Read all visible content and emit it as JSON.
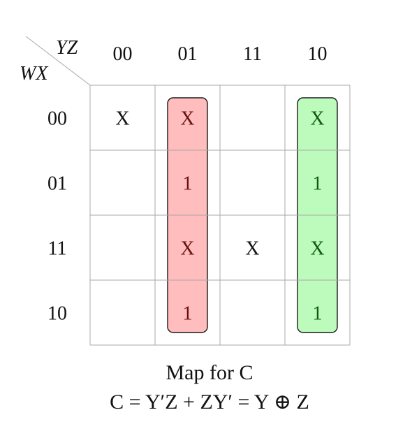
{
  "map": {
    "row_var": "WX",
    "col_var": "YZ",
    "col_labels": [
      "00",
      "01",
      "11",
      "10"
    ],
    "row_labels": [
      "00",
      "01",
      "11",
      "10"
    ],
    "cells": [
      [
        "X",
        "X",
        "",
        "X"
      ],
      [
        "",
        "1",
        "",
        "1"
      ],
      [
        "",
        "X",
        "X",
        "X"
      ],
      [
        "",
        "1",
        "",
        "1"
      ]
    ],
    "groups": [
      {
        "name": "red-group",
        "col": 1,
        "row_start": 0,
        "row_end": 3,
        "fill": "#ffbdbd",
        "stroke": "#1a1a1a",
        "text_color": "#6b1010"
      },
      {
        "name": "green-group",
        "col": 3,
        "row_start": 0,
        "row_end": 3,
        "fill": "#bdfbbd",
        "stroke": "#1a1a1a",
        "text_color": "#0d5a0d"
      }
    ],
    "grid_color": "#a8a8a8"
  },
  "caption": {
    "title": "Map for C",
    "equation": "C = Y′Z + ZY′ = Y ⊕ Z"
  }
}
